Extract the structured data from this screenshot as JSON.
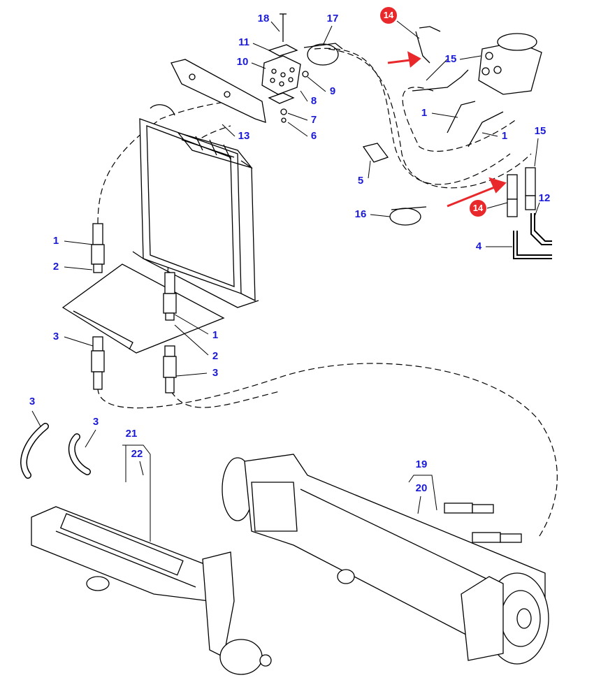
{
  "colors": {
    "callout": "#1a1ad6",
    "highlight": "#e8282a",
    "line": "#000000"
  },
  "callouts": [
    "18",
    "11",
    "10",
    "9",
    "8",
    "7",
    "6",
    "13",
    "17",
    "15",
    "1",
    "1",
    "15",
    "5",
    "16",
    "12",
    "4",
    "1",
    "2",
    "1",
    "2",
    "3",
    "3",
    "3",
    "3",
    "21",
    "22",
    "19",
    "20"
  ],
  "highlighted": [
    "14",
    "14"
  ]
}
